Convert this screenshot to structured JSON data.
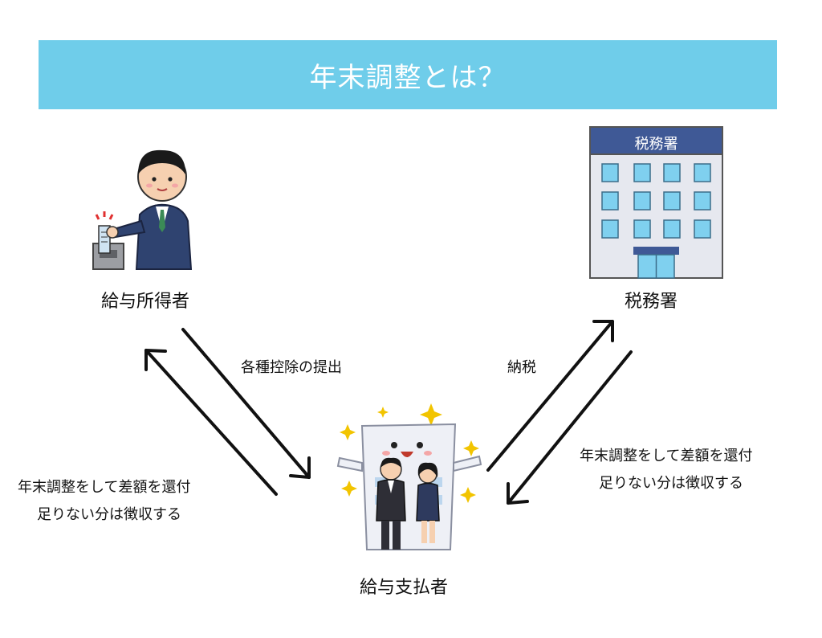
{
  "title": "年末調整とは？",
  "nodes": {
    "employee": "給与所得者",
    "tax_office": "税務署",
    "payer": "給与支払者",
    "tax_office_sign": "税務署"
  },
  "edges": {
    "submit": "各種控除の提出",
    "pay_tax": "納税"
  },
  "notes": {
    "left_line1": "年末調整をして差額を還付",
    "left_line2": "足りない分は徴収する",
    "right_line1": "年末調整をして差額を還付",
    "right_line2": "足りない分は徴収する"
  },
  "colors": {
    "banner": "#6fcdea",
    "building": "#e6e8ef",
    "building_sign": "#3f5996",
    "window": "#7fd0ef"
  }
}
